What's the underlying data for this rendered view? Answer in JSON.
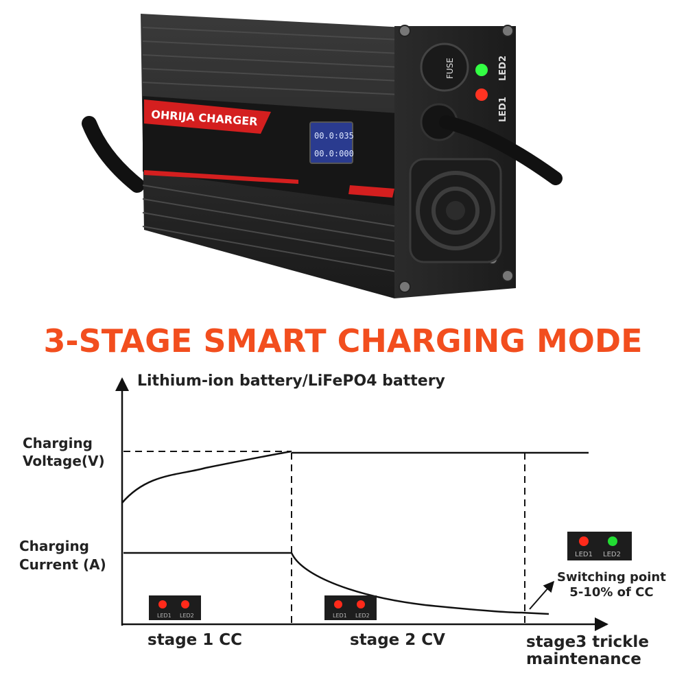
{
  "product": {
    "brand": "OHRIJA CHARGER",
    "display_line1": "00.0:035",
    "display_line2": "00.0:000",
    "fuse_label": "FUSE",
    "led1_label": "LED1",
    "led2_label": "LED2"
  },
  "title": "3-STAGE SMART CHARGING MODE",
  "diagram": {
    "heading": "Lithium-ion battery/LiFePO4 battery",
    "voltage_label": [
      "Charging",
      "Voltage(V)"
    ],
    "current_label": [
      "Charging",
      "Current (A)"
    ],
    "stages": [
      "stage 1 CC",
      "stage 2 CV",
      "stage3 trickle",
      "maintenance"
    ],
    "switch_note": [
      "Switching point",
      "5-10% of CC"
    ],
    "led_labels": [
      "LED1",
      "LED2"
    ],
    "colors": {
      "title": "#f24e1e",
      "led_red": "#ff2a1a",
      "led_green": "#22dd33",
      "panel": "#1d1d1d"
    }
  }
}
